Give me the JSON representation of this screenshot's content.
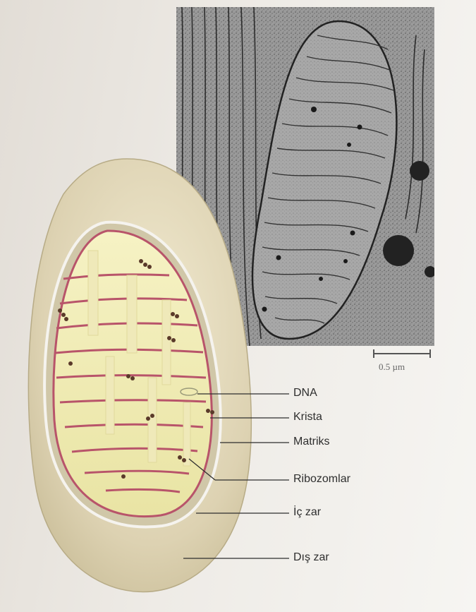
{
  "micrograph": {
    "scale_label": "0.5 µm"
  },
  "diagram": {
    "labels": [
      {
        "key": "dna",
        "text": "DNA"
      },
      {
        "key": "krista",
        "text": "Krista"
      },
      {
        "key": "matriks",
        "text": "Matriks"
      },
      {
        "key": "ribozomlar",
        "text": "Ribozomlar"
      },
      {
        "key": "ic_zar",
        "text": "İç zar"
      },
      {
        "key": "dis_zar",
        "text": "Dış zar"
      }
    ]
  },
  "colors": {
    "outer_membrane": "#ddd2b2",
    "inner_membrane": "#b8546a",
    "matrix": "#f3eeb6",
    "micrograph_gray": "#8f8f8f"
  }
}
